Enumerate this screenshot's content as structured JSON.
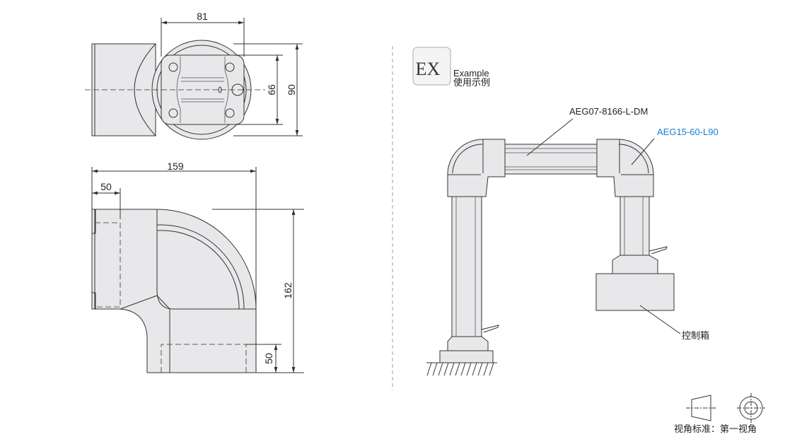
{
  "dimensions": {
    "top_width": "81",
    "top_inner_height": "66",
    "top_height": "90",
    "side_length": "159",
    "side_offset": "50",
    "side_height": "162",
    "side_bottom": "50"
  },
  "example_badge": {
    "icon_text": "EX",
    "label_en": "Example",
    "label_cn": "使用示例"
  },
  "callouts": {
    "straight_pipe": "AEG07-8166-L-DM",
    "elbow": "AEG15-60-L90",
    "control_box": "控制箱"
  },
  "projection": {
    "label": "视角标准：第一视角"
  },
  "colors": {
    "accent": "#1a7fd0",
    "part_fill": "#e8e8ea",
    "line": "#333333"
  }
}
